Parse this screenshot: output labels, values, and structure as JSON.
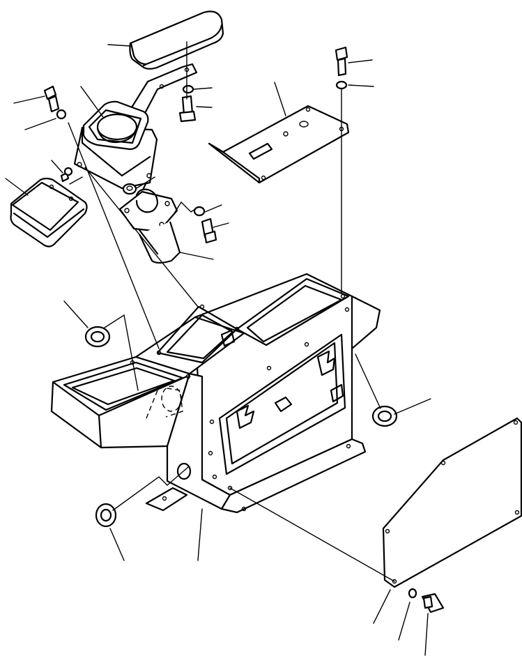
{
  "diagram": {
    "colors": {
      "stroke": "#000000",
      "background": "#ffffff"
    },
    "parts": [
      "armrest-pad",
      "armrest-bracket",
      "lever-boot",
      "cup-holder",
      "lever-assembly",
      "mounting-plate",
      "console-frame",
      "side-cover-plate",
      "grommet",
      "bolt",
      "washer"
    ]
  }
}
